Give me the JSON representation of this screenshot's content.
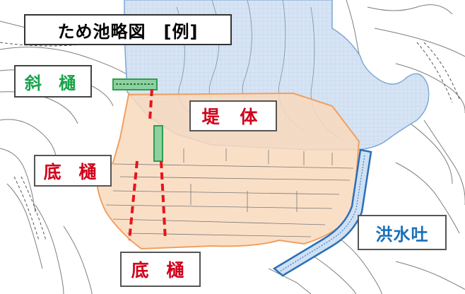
{
  "title": "ため池略図　[例]",
  "labels": {
    "shahi": "斜 樋",
    "teitai": "堤 体",
    "sokohi_upper": "底 樋",
    "sokohi_lower": "底 樋",
    "kozui": "洪水吐"
  },
  "colors": {
    "reservoir_fill": "#d6e4f5",
    "reservoir_edge": "#7aa6d6",
    "embankment_fill": "#f9d9bd",
    "embankment_edge": "#f0a060",
    "shahi_pipe": "#2e9e4e",
    "sokohi_pipe": "#e8141a",
    "spillway": "#2a6fb6",
    "contour": "#808080"
  }
}
